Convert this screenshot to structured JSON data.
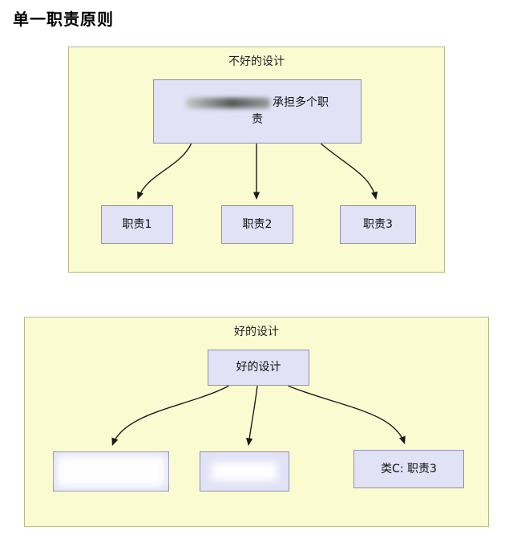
{
  "page": {
    "title": "单一职责原则"
  },
  "diagram_bad": {
    "title": "不好的设计",
    "main_box": {
      "line1": "承担多个职",
      "line2": "责",
      "redacted_prefix": true
    },
    "children": [
      {
        "label": "职责1"
      },
      {
        "label": "职责2"
      },
      {
        "label": "职责3"
      }
    ]
  },
  "diagram_good": {
    "title": "好的设计",
    "main_box": {
      "label": "好的设计"
    },
    "children": [
      {
        "label": "",
        "redacted": true
      },
      {
        "label": "",
        "redacted": true
      },
      {
        "label": "类C: 职责3",
        "redacted": false
      }
    ]
  },
  "colors": {
    "panel_bg": "#fbfbd2",
    "panel_border": "#b9b98e",
    "node_bg": "#e2e2f6",
    "node_border": "#8f8fae",
    "text": "#111111",
    "arrow": "#1a1a1a"
  }
}
